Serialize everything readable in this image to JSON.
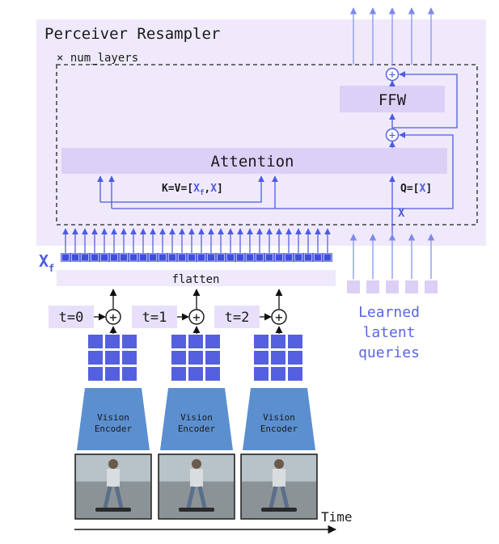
{
  "title": "Perceiver Resampler",
  "repeat_label": "× num_layers",
  "ffw_label": "FFW",
  "attention_label": "Attention",
  "kv_label": {
    "prefix": "K=V=[",
    "xf": "X",
    "xf_sub": "f",
    "sep": ",",
    "x": "X",
    "suffix": "]"
  },
  "q_label": {
    "prefix": "Q=[",
    "x": "X",
    "suffix": "]"
  },
  "x_label": "X",
  "xf_label": {
    "main": "X",
    "sub": "f"
  },
  "flatten_label": "flatten",
  "time_steps": [
    "t=0",
    "t=1",
    "t=2"
  ],
  "encoder_label": [
    "Vision",
    "Encoder"
  ],
  "latent_label": [
    "Learned",
    "latent",
    "queries"
  ],
  "time_label": "Time",
  "plus_symbol": "+",
  "colors": {
    "panel": "#efe9fb",
    "block": "#ddd0f7",
    "accent": "#5562e0",
    "arrow": "#8f9bef",
    "encoder": "#5b8fd0",
    "square": "#5460df",
    "latent": "#dccff6"
  }
}
